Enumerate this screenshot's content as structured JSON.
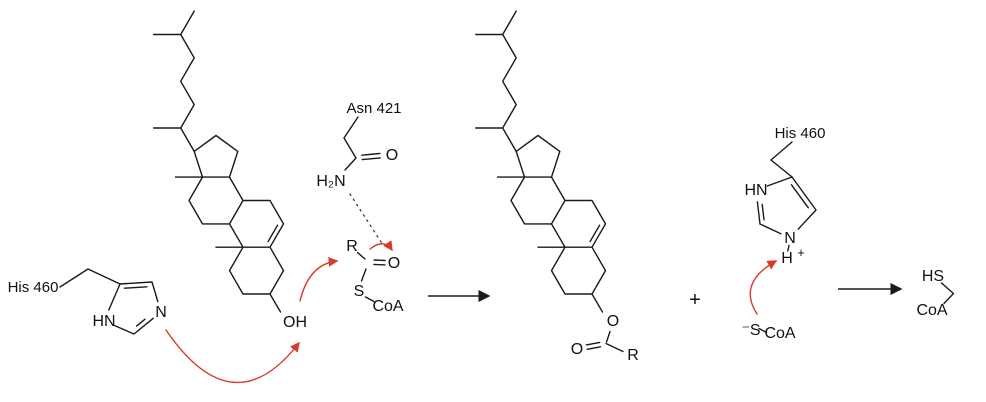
{
  "colors": {
    "bond": "#1a1a1a",
    "arrow": "#d93a2b"
  },
  "labels": {
    "his460_left": "His 460",
    "hn_left": "HN",
    "n_left": "N",
    "oh": "OH",
    "asn421": "Asn 421",
    "h2n": "H₂N",
    "o_amide": "O",
    "r_thioester": "R",
    "o_thioester": "O",
    "s_thioester": "S",
    "coa_thioester": "CoA",
    "plus": "+",
    "o_ester": "O",
    "o_ester_carbonyl": "O",
    "r_ester": "R",
    "his460_right": "His 460",
    "hn_right": "HN",
    "n_right": "N",
    "h_right": "H",
    "charge_plus": "+",
    "s_thiolate": "⁻S",
    "coa_thiolate": "CoA",
    "hs_product": "HS",
    "coa_product": "CoA"
  }
}
